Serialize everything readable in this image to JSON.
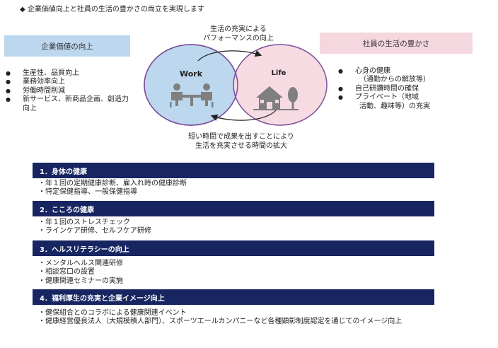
{
  "header": {
    "diamond": "◆",
    "title": "企業価値向上と社員の生活の豊かさの両立を実現します"
  },
  "left_box": {
    "heading": "企業価値の向上",
    "items": [
      "生産性、品質向上",
      "業務効率向上",
      "労働時間削減",
      "新サービス、新商品企画、創造力向上"
    ]
  },
  "right_box": {
    "heading": "社員の生活の豊かさ",
    "items": [
      {
        "main": "心身の健康",
        "sub": "（通勤からの解放等）"
      },
      {
        "main": "自己研鑽時間の確保",
        "sub": ""
      },
      {
        "main": "プライベート（地域",
        "sub": "活動、趣味等）の充実"
      }
    ]
  },
  "venn": {
    "top_text": [
      "生活の充実による",
      "パフォーマンスの向上"
    ],
    "bottom_text": [
      "短い時間で成果を出すことにより",
      "生活を充実させる時間の拡大"
    ],
    "left_label": "Work",
    "right_label": "Life",
    "colors": {
      "work_fill": "#bcd7ee",
      "life_fill": "#f5d7e0",
      "outline": "#7d4f9a",
      "icon": "#7f7f7f"
    }
  },
  "sections": [
    {
      "heading": "1．身体の健康",
      "items": [
        "・年１回の定期健康診断、雇入れ時の健康診断",
        "・特定保健指導、一般保健指導"
      ]
    },
    {
      "heading": "2．こころの健康",
      "items": [
        "・年１回のストレスチェック",
        "・ラインケア研修、セルフケア研修"
      ]
    },
    {
      "heading": "3．ヘルスリテラシーの向上",
      "items": [
        "・メンタルヘルス関連研修",
        "・相談窓口の設置",
        "・健康関連セミナーの実施"
      ]
    },
    {
      "heading": "4．福利厚生の充実と企業イメージ向上",
      "items": [
        "・健保組合とのコラボによる健康関連イベント",
        "・健康経営優良法人（大規模積人部門）、スポーツエールカンパニーなど各種顕彰制度認定を通じてのイメージ向上"
      ]
    }
  ],
  "section_color": "#172561"
}
